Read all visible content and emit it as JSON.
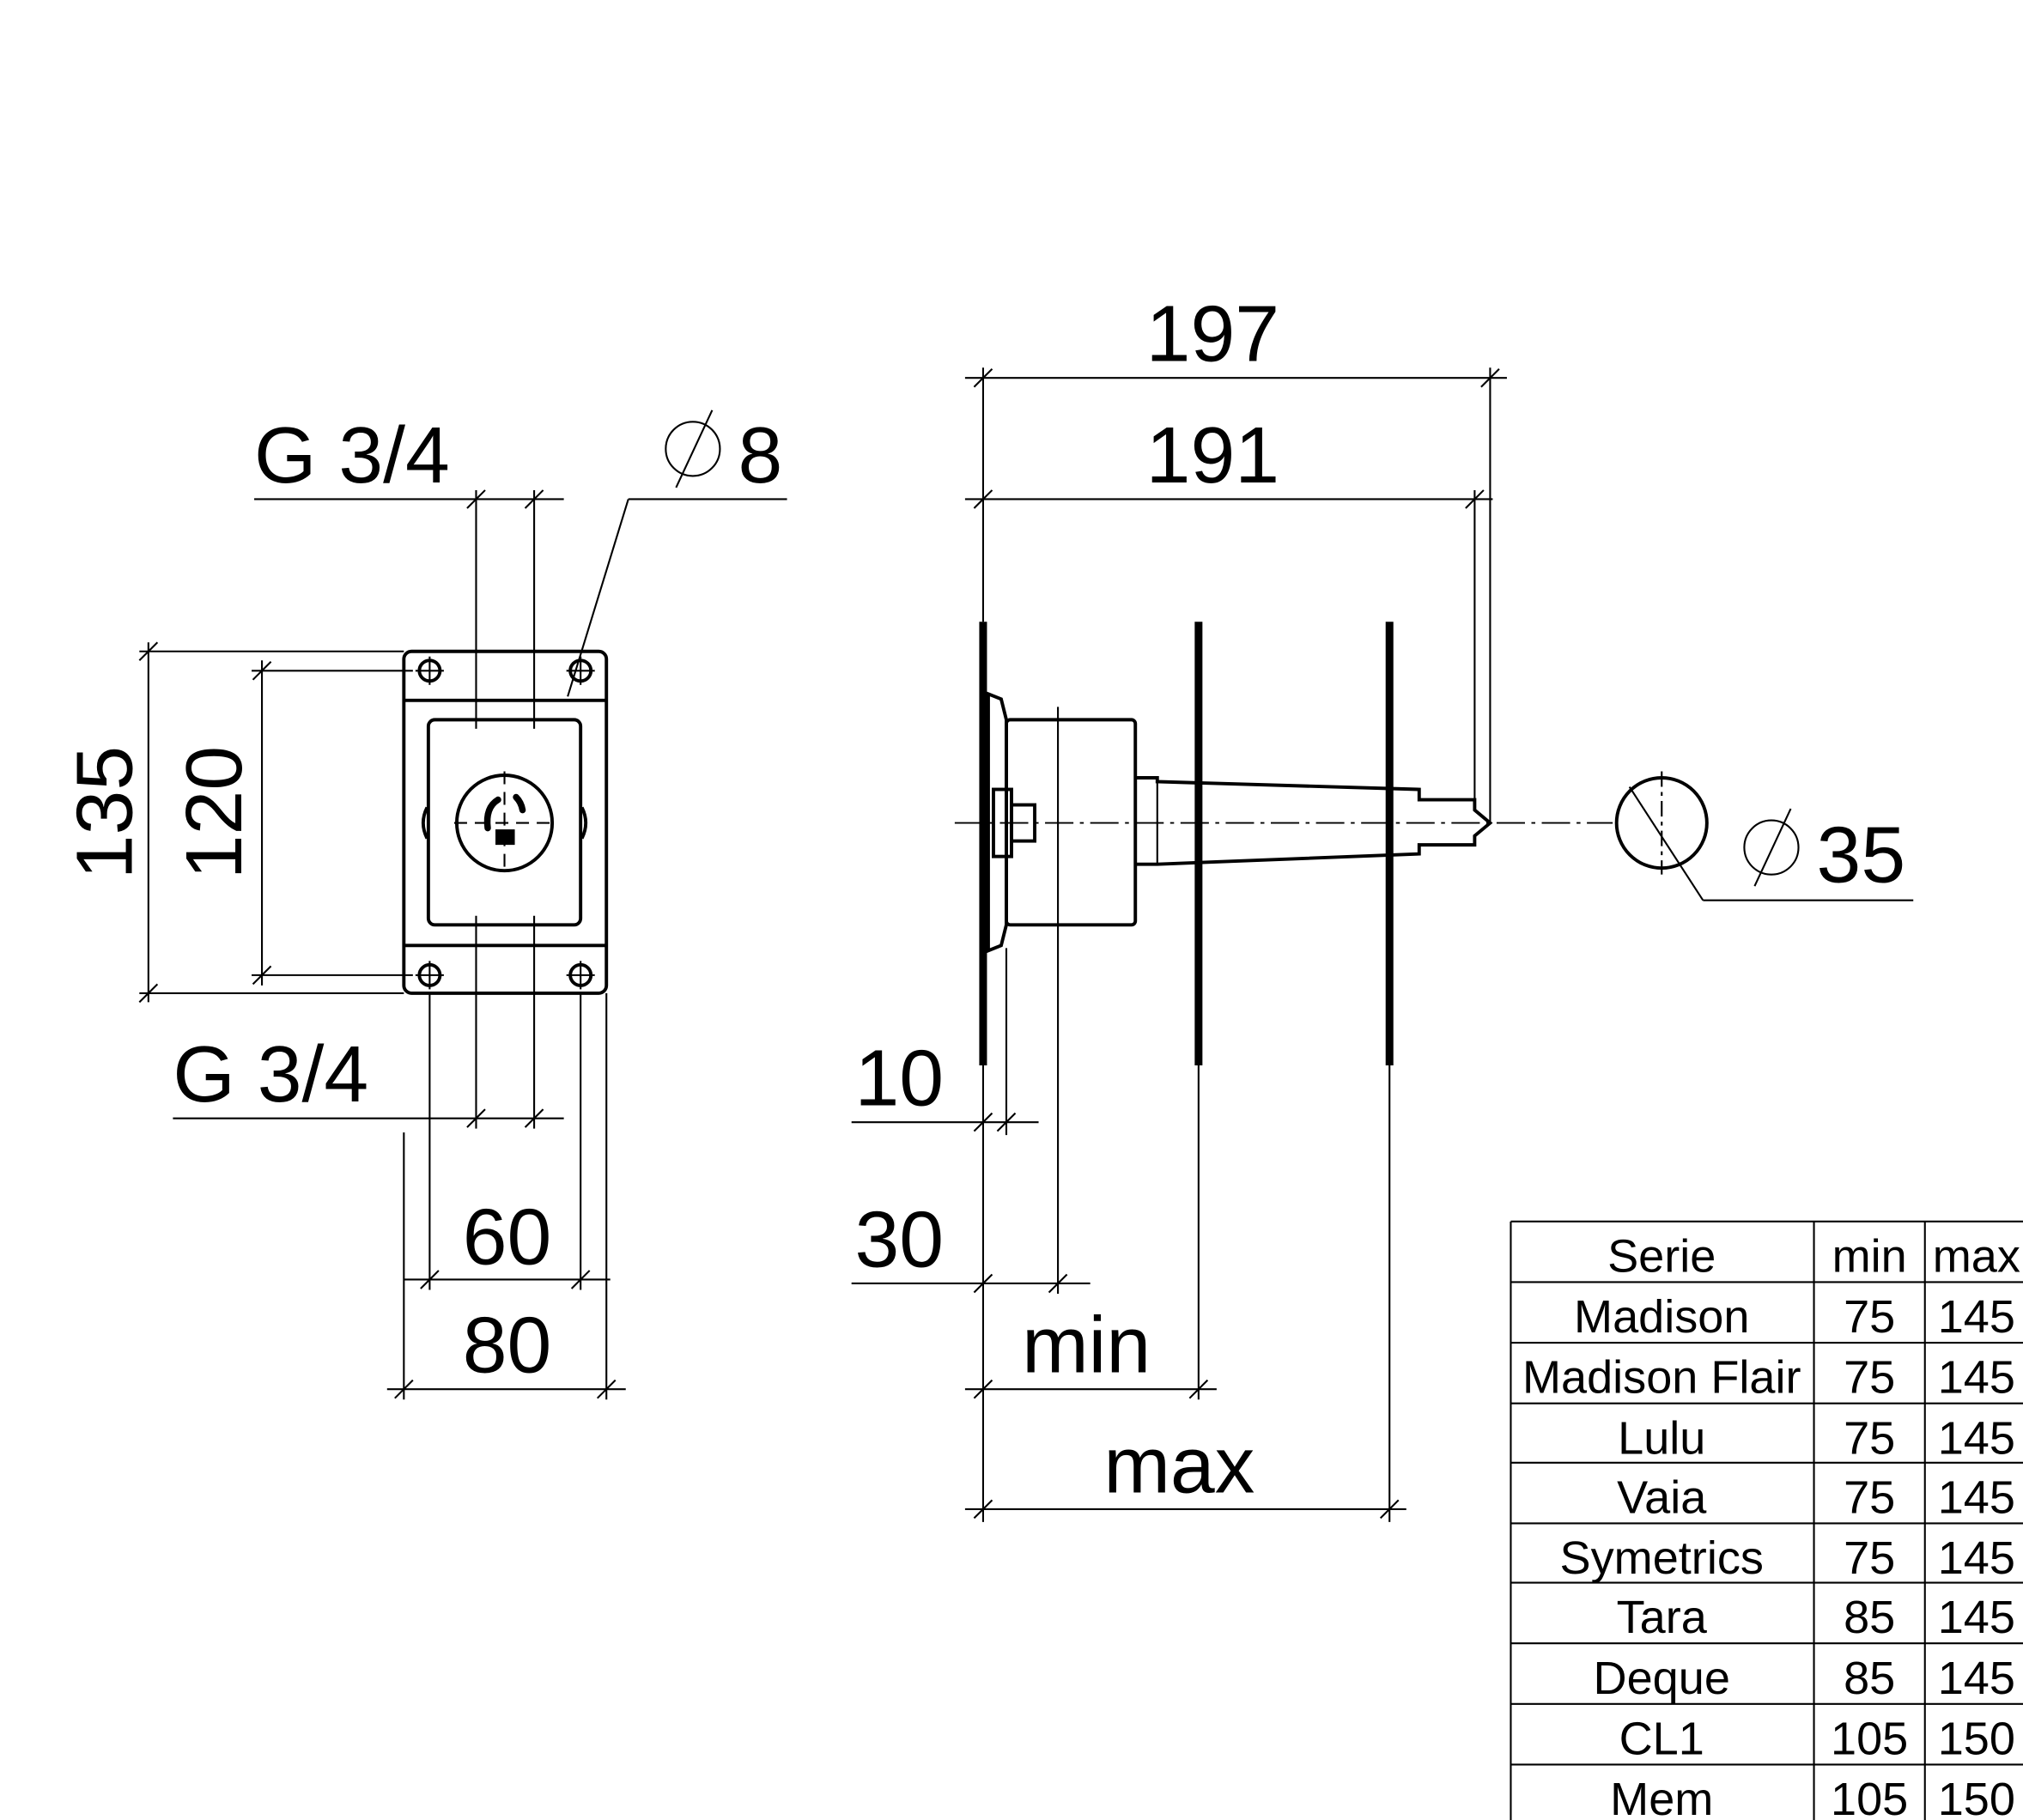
{
  "front_view": {
    "thread_top": "G 3/4",
    "thread_bottom": "G 3/4",
    "hole_dia": "8",
    "height_outer": "135",
    "height_inner": "120",
    "width_holes": "60",
    "width_outer": "80"
  },
  "side_view": {
    "length_total": "197",
    "length_body": "191",
    "flange": "10",
    "body_offset": "30",
    "min_label": "min",
    "max_label": "max",
    "handle_dia": "35"
  },
  "table": {
    "headers": [
      "Serie",
      "min",
      "max"
    ],
    "rows": [
      [
        "Madison",
        "75",
        "145"
      ],
      [
        "Madison Flair",
        "75",
        "145"
      ],
      [
        "Lulu",
        "75",
        "145"
      ],
      [
        "Vaia",
        "75",
        "145"
      ],
      [
        "Symetrics",
        "75",
        "145"
      ],
      [
        "Tara",
        "85",
        "145"
      ],
      [
        "Deque",
        "85",
        "145"
      ],
      [
        "CL1",
        "105",
        "150"
      ],
      [
        "Mem",
        "105",
        "150"
      ]
    ]
  }
}
